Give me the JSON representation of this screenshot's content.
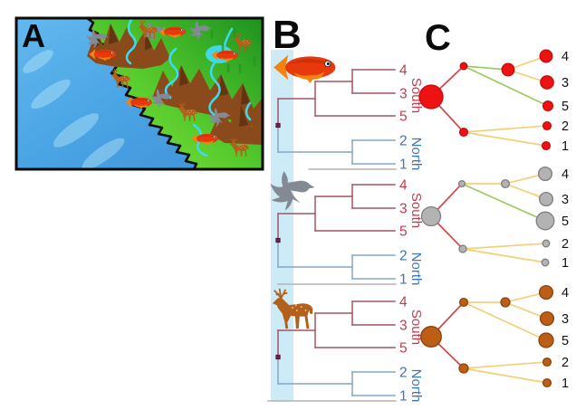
{
  "figure": {
    "panel_a": {
      "label": "A",
      "map": {
        "ocean_color": "#4aa4e4",
        "land_color": "#52c82c",
        "mountain_color": "#8a4a1b",
        "river_color": "#3ddbf2",
        "animal_icons": [
          "fish-icon",
          "bird-icon",
          "deer-icon"
        ]
      }
    },
    "panel_b": {
      "label": "B",
      "strip_color": "#cdeaf7",
      "south_color_line": "#a25565",
      "north_color_line": "#82a6c8",
      "south_color_text": "#c23b4e",
      "north_color_text": "#3b76b5",
      "trees": [
        {
          "species_icon": "fish-icon",
          "topology": "(((4,3),5),(2,1))",
          "south_tips": [
            "4",
            "3",
            "5"
          ],
          "north_tips": [
            "2",
            "1"
          ],
          "south_label": "South",
          "north_label": "North"
        },
        {
          "species_icon": "bird-icon",
          "topology": "(((4,3),5),(2,1))",
          "south_tips": [
            "4",
            "3",
            "5"
          ],
          "north_tips": [
            "2",
            "1"
          ],
          "south_label": "South",
          "north_label": "North"
        },
        {
          "species_icon": "deer-icon",
          "topology": "(((4,3),5),(2,1))",
          "south_tips": [
            "4",
            "3",
            "5"
          ],
          "north_tips": [
            "2",
            "1"
          ],
          "south_label": "South",
          "north_label": "North"
        }
      ]
    },
    "panel_c": {
      "label": "C",
      "edge_colors": {
        "red": "#d14646",
        "yellow": "#f3cf78",
        "green": "#9cc95f"
      },
      "networks": [
        {
          "species_icon": "fish-icon",
          "fill": "#ee1212",
          "stroke": "#c60b0b",
          "node_sizes": {
            "root": 13,
            "south_inner": 3.8,
            "south_hub": 6.8,
            "tip4": 6.8,
            "tip3": 7.2,
            "tip5": 5.4,
            "north_inner": 4.4,
            "tip2": 4.4,
            "tip1": 4.4
          },
          "edges": [
            [
              "root",
              "south_inner",
              "red"
            ],
            [
              "root",
              "north_inner",
              "red"
            ],
            [
              "south_inner",
              "south_hub",
              "green"
            ],
            [
              "south_inner",
              "tip5",
              "green"
            ],
            [
              "south_hub",
              "tip4",
              "yellow"
            ],
            [
              "south_hub",
              "tip3",
              "yellow"
            ],
            [
              "north_inner",
              "tip2",
              "yellow"
            ],
            [
              "north_inner",
              "tip1",
              "yellow"
            ]
          ],
          "tip_labels": [
            "4",
            "3",
            "5",
            "2",
            "1"
          ]
        },
        {
          "species_icon": "bird-icon",
          "fill": "#b3b3b3",
          "stroke": "#7e7e7e",
          "node_sizes": {
            "root": 10.5,
            "south_inner": 3.4,
            "south_hub": 4.4,
            "tip4": 7.4,
            "tip3": 7.4,
            "tip5": 9.8,
            "north_inner": 4.0,
            "tip2": 3.8,
            "tip1": 3.8
          },
          "edges": [
            [
              "root",
              "south_inner",
              "red"
            ],
            [
              "root",
              "north_inner",
              "red"
            ],
            [
              "south_inner",
              "south_hub",
              "yellow"
            ],
            [
              "south_inner",
              "tip5",
              "green"
            ],
            [
              "south_hub",
              "tip4",
              "yellow"
            ],
            [
              "south_hub",
              "tip3",
              "yellow"
            ],
            [
              "north_inner",
              "tip2",
              "yellow"
            ],
            [
              "north_inner",
              "tip1",
              "yellow"
            ]
          ],
          "tip_labels": [
            "4",
            "3",
            "5",
            "2",
            "1"
          ]
        },
        {
          "species_icon": "deer-icon",
          "fill": "#bc5e16",
          "stroke": "#8c430c",
          "node_sizes": {
            "root": 11.3,
            "south_inner": 4.4,
            "south_hub": 5.0,
            "tip4": 7.4,
            "tip3": 7.4,
            "tip5": 8.0,
            "north_inner": 5.0,
            "tip2": 4.4,
            "tip1": 4.4
          },
          "edges": [
            [
              "root",
              "south_inner",
              "red"
            ],
            [
              "root",
              "north_inner",
              "red"
            ],
            [
              "south_inner",
              "south_hub",
              "yellow"
            ],
            [
              "south_inner",
              "tip5",
              "yellow"
            ],
            [
              "south_hub",
              "tip4",
              "yellow"
            ],
            [
              "south_hub",
              "tip3",
              "yellow"
            ],
            [
              "north_inner",
              "tip2",
              "yellow"
            ],
            [
              "north_inner",
              "tip1",
              "yellow"
            ]
          ],
          "tip_labels": [
            "4",
            "3",
            "5",
            "2",
            "1"
          ]
        }
      ]
    }
  }
}
